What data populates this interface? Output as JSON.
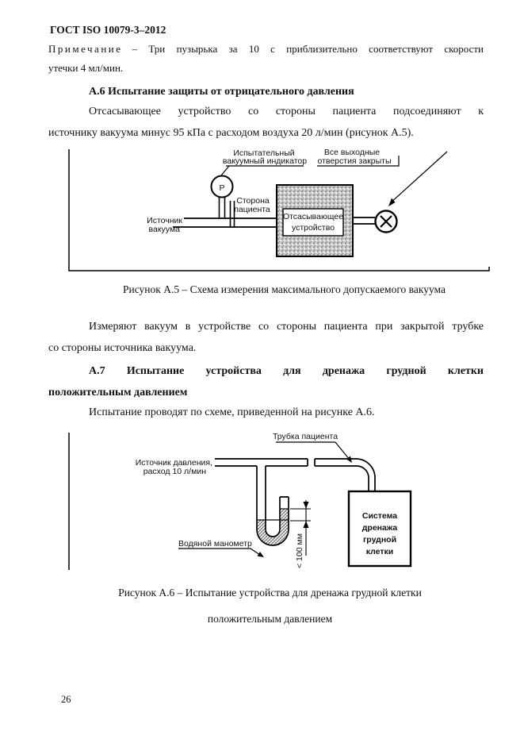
{
  "page": {
    "header": "ГОСТ ISO 10079-3–2012",
    "page_number": "26"
  },
  "note": {
    "label": "Примечание",
    "line1_rest": "– Три пузырька за 10 с приблизительно соответствуют скорости",
    "line2": "утечки 4 мл/мин."
  },
  "section_a6": {
    "heading": "А.6 Испытание защиты от отрицательного давления",
    "para_line1": "Отсасывающее устройство со стороны пациента подсоединяют к",
    "para_line2": "источнику вакуума минус 95 кПа с расходом воздуха 20 л/мин (рисунок А.5)."
  },
  "figure_a5": {
    "caption": "Рисунок А.5 – Схема измерения максимального допускаемого вакуума",
    "labels": {
      "indicator_line1": "Испытательный",
      "indicator_line2": "вакуумный индикатор",
      "outlets_line1": "Все выходные",
      "outlets_line2": "отверстия закрыты",
      "gauge_letter": "Р",
      "side_line1": "Сторона",
      "side_line2": "пациента",
      "source_line1": "Источник",
      "source_line2": "вакуума",
      "device_line1": "Отсасывающее",
      "device_line2": "устройство"
    }
  },
  "para_measure": {
    "line1": "Измеряют вакуум в устройстве со стороны пациента при закрытой трубке",
    "line2": "со стороны источника вакуума."
  },
  "section_a7": {
    "heading_line1": "А.7 Испытание устройства для дренажа грудной клетки",
    "heading_line2": "положительным давлением",
    "para": "Испытание проводят по схеме, приведенной на рисунке А.6."
  },
  "figure_a6": {
    "caption_line1": "Рисунок А.6 – Испытание устройства для дренажа грудной клетки",
    "caption_line2": "положительным давлением",
    "labels": {
      "tube": "Трубка пациента",
      "source_line1": "Источник давления,",
      "source_line2": "расход 10 л/мин",
      "manometer": "Водяной манометр",
      "dimension": "< 100 мм",
      "system_line1": "Система",
      "system_line2": "дренажа",
      "system_line3": "грудной",
      "system_line4": "клетки"
    }
  }
}
